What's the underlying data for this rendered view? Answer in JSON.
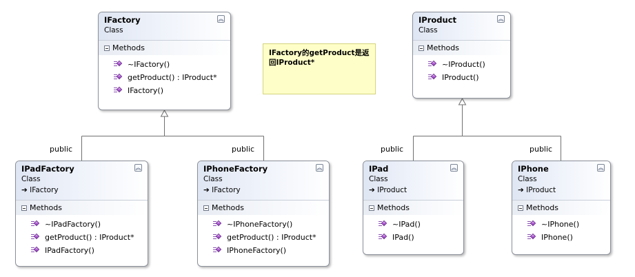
{
  "diagram": {
    "classes": {
      "ifactory": {
        "name": "IFactory",
        "kind": "Class",
        "section": "Methods",
        "members": [
          "~IFactory()",
          "getProduct() : IProduct*",
          "IFactory()"
        ]
      },
      "iproduct": {
        "name": "IProduct",
        "kind": "Class",
        "section": "Methods",
        "members": [
          "~IProduct()",
          "IProduct()"
        ]
      },
      "ipadfactory": {
        "name": "IPadFactory",
        "kind": "Class",
        "base": "IFactory",
        "section": "Methods",
        "members": [
          "~IPadFactory()",
          "getProduct() : IProduct*",
          "IPadFactory()"
        ]
      },
      "iphonefactory": {
        "name": "IPhoneFactory",
        "kind": "Class",
        "base": "IFactory",
        "section": "Methods",
        "members": [
          "~IPhoneFactory()",
          "getProduct() : IProduct*",
          "IPhoneFactory()"
        ]
      },
      "ipad": {
        "name": "IPad",
        "kind": "Class",
        "base": "IProduct",
        "section": "Methods",
        "members": [
          "~IPad()",
          "IPad()"
        ]
      },
      "iphone": {
        "name": "IPhone",
        "kind": "Class",
        "base": "IProduct",
        "section": "Methods",
        "members": [
          "~IPhone()",
          "IPhone()"
        ]
      }
    },
    "inheritance_labels": {
      "ipadfactory": "public",
      "iphonefactory": "public",
      "ipad": "public",
      "iphone": "public"
    },
    "note": {
      "line1": "IFactory的getProduct是返",
      "line2": "回IProduct*"
    },
    "icons": {
      "collapse": "double-chevron-up-icon",
      "section_toggle": "minus-box-icon",
      "method": "public-method-icon",
      "base_arrow": "inherits-arrow-icon"
    },
    "colors": {
      "header_gradient_start": "#dfe6f3",
      "border": "#8a8f98",
      "note_fill": "#fefec8",
      "method_icon": "#b35fd6"
    }
  }
}
